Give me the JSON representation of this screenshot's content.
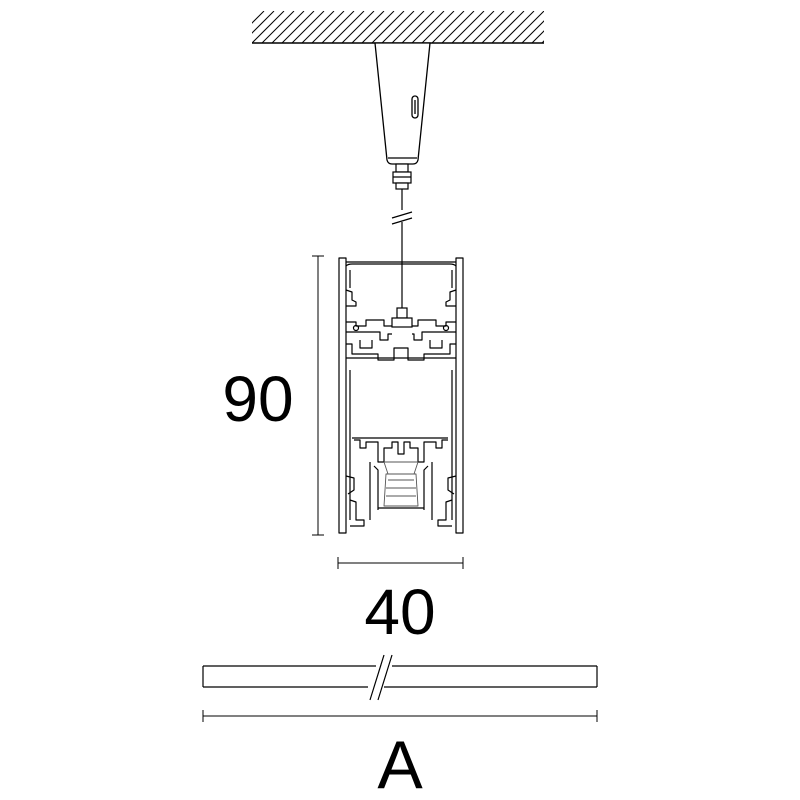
{
  "labels": {
    "height": "90",
    "width": "40",
    "length": "A"
  },
  "colors": {
    "stroke": "#000000",
    "background": "#ffffff"
  }
}
